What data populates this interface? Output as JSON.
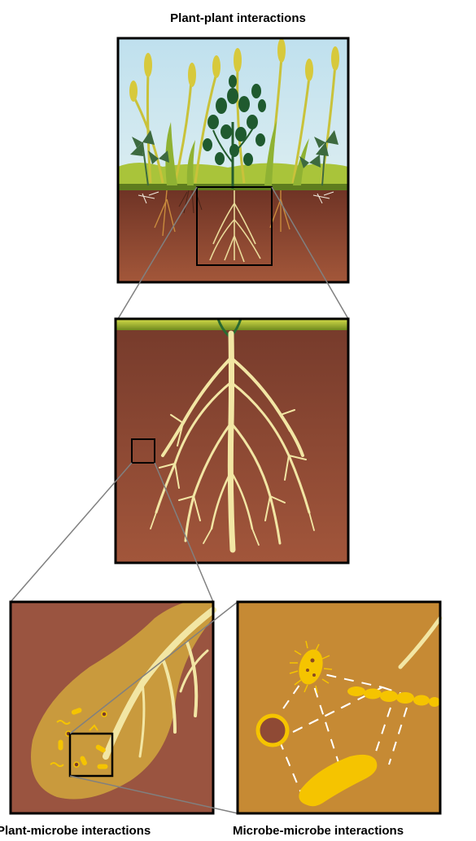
{
  "labels": {
    "plant_plant": "Plant-plant interactions",
    "plant_microbe": "Plant-microbe interactions",
    "microbe_microbe": "Microbe-microbe interactions"
  },
  "colors": {
    "soil_dark": "#7a3c2b",
    "soil_mid": "#9a5238",
    "root": "#f0e4a0",
    "rhizosphere": "#c89a3c",
    "microbe_panel": "#c68a34",
    "microbe": "#f5c400",
    "sky": "#cfe6f0",
    "grass": "#b9cc3a",
    "leaf_dark": "#1e5a32",
    "frame": "#000000",
    "zoom_line": "#808080"
  }
}
